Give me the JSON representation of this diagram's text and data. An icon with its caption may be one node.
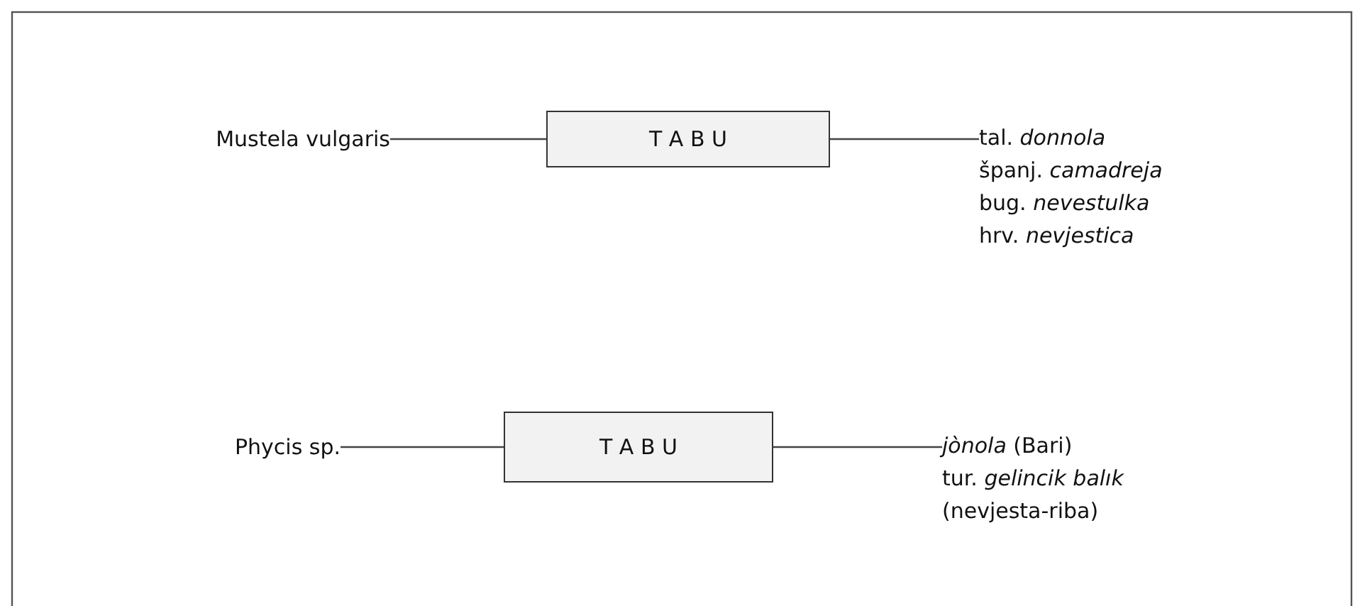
{
  "diagram": {
    "nodes": [
      {
        "text": [
          "Mustela vulgaris"
        ]
      },
      {
        "text": [
          "T A B U"
        ]
      },
      {
        "text": [
          "tal. *donnola*",
          "španj. *camadreja*",
          "bug. *nevestulka*",
          "hrv. *nevjestica*"
        ]
      },
      {
        "text": [
          "Phycis sp."
        ]
      },
      {
        "text": [
          "T A B U"
        ]
      },
      {
        "text": [
          "*jònola* (Bari)",
          "tur. *gelincik balık*",
          "(nevjesta-riba)"
        ]
      }
    ],
    "edges": [
      {
        "from": 0,
        "to": 1,
        "arrow": "none"
      },
      {
        "from": 1,
        "to": 2,
        "arrow": "none"
      },
      {
        "from": 3,
        "to": 4,
        "arrow": "none"
      },
      {
        "from": 4,
        "to": 5,
        "arrow": "none"
      }
    ]
  }
}
